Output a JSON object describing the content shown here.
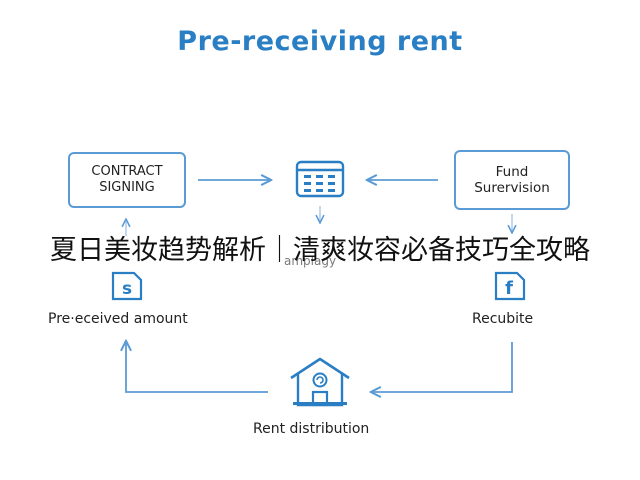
{
  "title": "Pre-receiving rent",
  "nodes": {
    "contract": "CONTRACT\nSIGNING",
    "fund": "Fund\nSurervision",
    "pre_received": "Pre·eceived amount",
    "recubite": "Recubite",
    "rent_distribution": "Rent distribution",
    "amplagy": "amplagy"
  },
  "icons": {
    "center": "calendar-icon",
    "left": "s-document-icon",
    "right": "f-document-icon",
    "bottom": "house-icon"
  },
  "overlay_text": "夏日美妆趋势解析｜清爽妆容必备技巧全攻略",
  "colors": {
    "accent": "#2a7fc4",
    "line": "#5b9bd5"
  }
}
